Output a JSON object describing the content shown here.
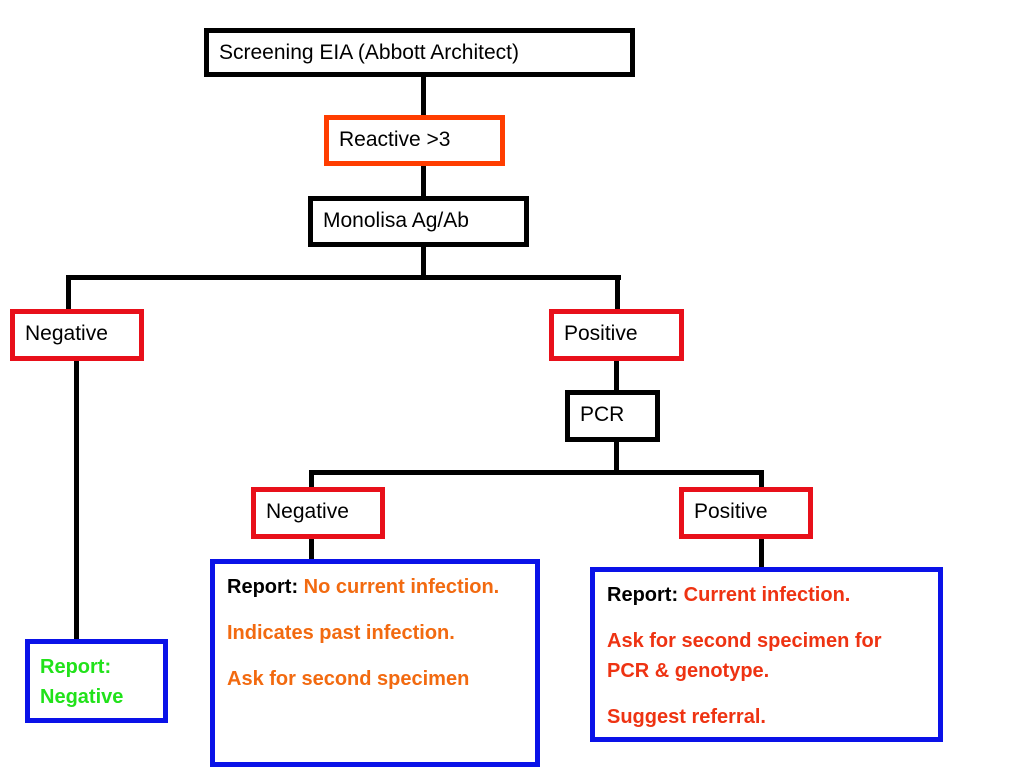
{
  "nodes": {
    "screening": "Screening EIA (Abbott Architect)",
    "reactive": "Reactive >3",
    "monolisa": "Monolisa Ag/Ab",
    "negative_1": "Negative",
    "positive_1": "Positive",
    "pcr": "PCR",
    "negative_2": "Negative",
    "positive_2": "Positive"
  },
  "reports": {
    "negative_1": {
      "line1": "Report:",
      "line2": "Negative"
    },
    "negative_2": {
      "prefix": "Report:",
      "line1_rest": "No current infection.",
      "line2": "Indicates past infection.",
      "line3": "Ask for second specimen"
    },
    "positive_2": {
      "prefix": "Report:",
      "line1_rest": "Current infection.",
      "line2": "Ask for second specimen for PCR & genotype.",
      "line3": "Suggest referral."
    }
  },
  "colors": {
    "black_border": "#000000",
    "orange_border": "#ff3d00",
    "red_border": "#e8101a",
    "blue_border": "#0a12e8",
    "orange_text": "#f26a10",
    "red_text": "#ee3312",
    "green_text": "#21e21a"
  }
}
